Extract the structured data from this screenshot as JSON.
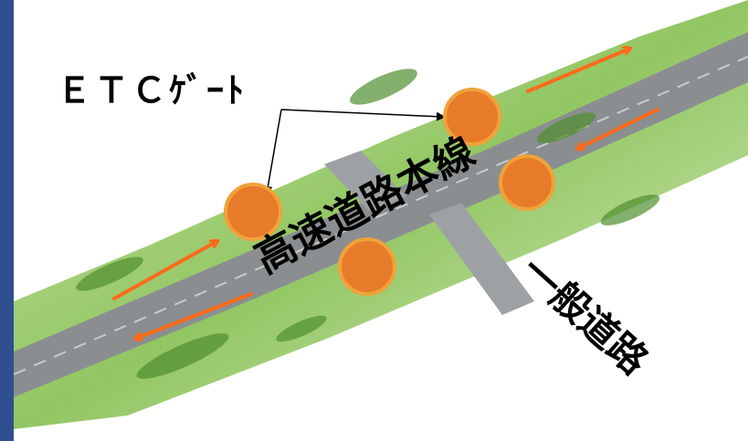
{
  "labels": {
    "etc_gate": "ＥＴＣｹﾞｰﾄ",
    "expressway_mainline": "高速道路本線",
    "general_road": "一般道路"
  },
  "colors": {
    "border": "#2f4f8f",
    "arrow": "#ff6a1a",
    "gate_fill": "#e77b2a",
    "gate_stroke": "#f0a23a",
    "road": "#7f8386",
    "grass": "#7fbf4e",
    "text": "#000000"
  },
  "icons": {
    "gate_marker": "orange-circle",
    "flow": "orange-double-arrow"
  }
}
